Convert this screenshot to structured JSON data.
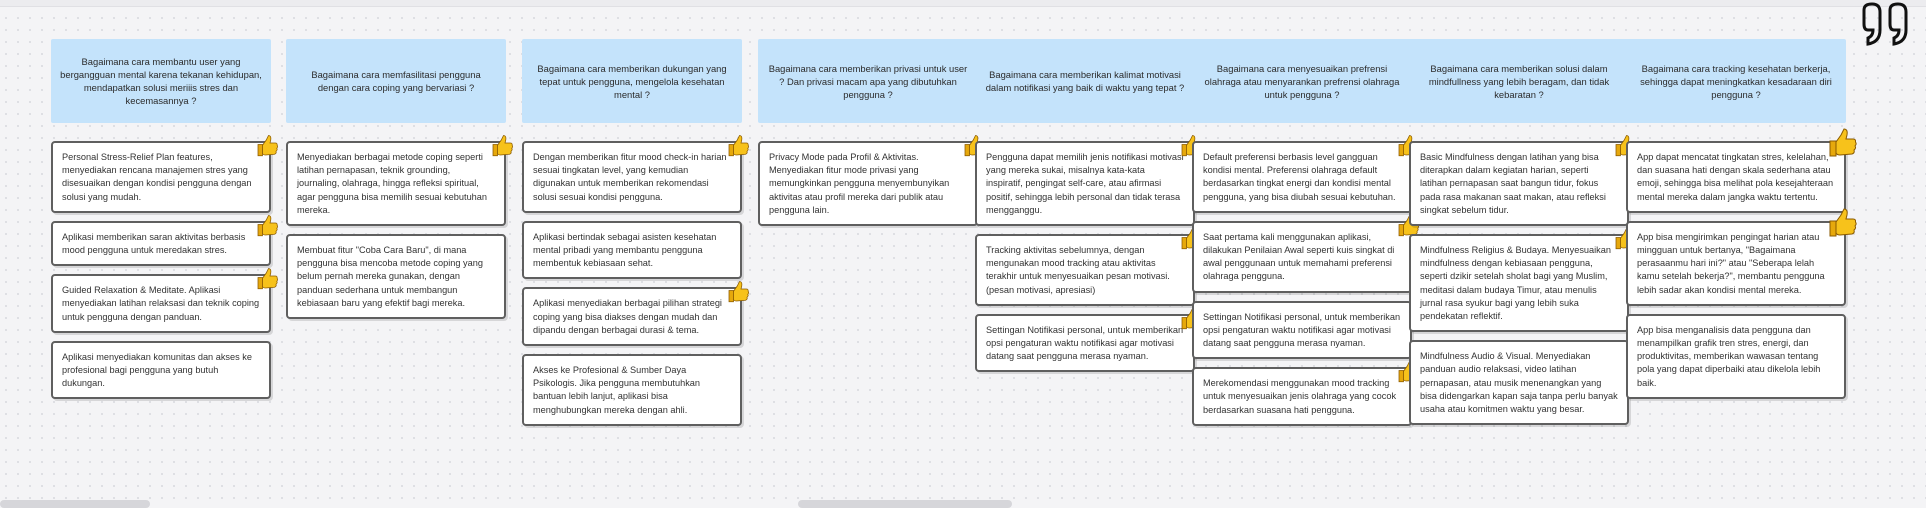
{
  "columns": [
    {
      "question": "Bagaimana cara membantu user yang bergangguan mental karena tekanan kehidupan, mendapatkan solusi meriiis stres dan kecemasannya ?",
      "cards": [
        {
          "text": "Personal Stress-Relief Plan features, menyediakan rencana manajemen stres yang disesuaikan dengan kondisi pengguna dengan solusi yang mudah.",
          "vote": true
        },
        {
          "text": "Aplikasi memberikan saran aktivitas berbasis mood pengguna untuk meredakan stres.",
          "vote": true
        },
        {
          "text": "Guided Relaxation & Meditate. Aplikasi menyediakan latihan relaksasi dan teknik coping untuk pengguna dengan panduan.",
          "vote": true
        },
        {
          "text": "Aplikasi menyediakan komunitas dan akses ke profesional bagi pengguna yang butuh dukungan.",
          "vote": false
        }
      ]
    },
    {
      "question": "Bagaimana cara memfasilitasi pengguna dengan cara coping yang bervariasi ?",
      "cards": [
        {
          "text": "Menyediakan berbagai metode coping seperti latihan pernapasan, teknik grounding, journaling, olahraga, hingga refleksi spiritual, agar pengguna bisa memilih sesuai kebutuhan mereka.",
          "vote": true
        },
        {
          "text": "Membuat fitur \"Coba Cara Baru\", di mana pengguna bisa mencoba metode coping yang belum pernah mereka gunakan, dengan panduan sederhana untuk membangun kebiasaan baru yang efektif bagi mereka.",
          "vote": false
        }
      ]
    },
    {
      "question": "Bagaimana cara memberikan dukungan yang tepat untuk pengguna, mengelola kesehatan mental ?",
      "cards": [
        {
          "text": "Dengan memberikan fitur mood check-in harian sesuai tingkatan level, yang kemudian digunakan untuk memberikan rekomendasi solusi sesuai kondisi pengguna.",
          "vote": true
        },
        {
          "text": "Aplikasi bertindak sebagai asisten kesehatan mental pribadi yang membantu pengguna membentuk kebiasaan sehat.",
          "vote": false
        },
        {
          "text": "Aplikasi menyediakan berbagai pilihan strategi coping yang bisa diakses dengan mudah dan dipandu dengan berbagai durasi & tema.",
          "vote": true
        },
        {
          "text": "Akses ke Profesional & Sumber Daya Psikologis. Jika pengguna membutuhkan bantuan lebih lanjut, aplikasi bisa menghubungkan mereka dengan ahli.",
          "vote": false
        }
      ]
    },
    {
      "question": "Bagaimana cara memberikan privasi untuk user ? Dan privasi macam apa yang dibutuhkan pengguna ?",
      "cards": [
        {
          "text": "Privacy Mode pada Profil & Aktivitas. Menyediakan fitur mode privasi yang memungkinkan pengguna menyembunyikan aktivitas atau profil mereka dari publik atau pengguna lain.",
          "vote": true
        }
      ]
    },
    {
      "question": "Bagaimana cara memberikan kalimat motivasi dalam notifikasi yang baik di waktu yang tepat ?",
      "cards": [
        {
          "text": "Pengguna dapat memilih jenis notifikasi motivasi yang mereka sukai, misalnya kata-kata inspiratif, pengingat self-care, atau afirmasi positif, sehingga lebih personal dan tidak terasa mengganggu.",
          "vote": true
        },
        {
          "text": "Tracking aktivitas sebelumnya, dengan mengunakan mood tracking atau aktivitas terakhir untuk menyesuaikan pesan motivasi. (pesan motivasi, apresiasi)",
          "vote": true
        },
        {
          "text": "Settingan Notifikasi personal, untuk memberikan opsi pengaturan waktu notifikasi agar motivasi datang saat pengguna merasa nyaman.",
          "vote": true
        }
      ]
    },
    {
      "question": "Bagaimana cara menyesuaikan prefrensi olahraga atau menyarankan prefrensi olahraga untuk pengguna ?",
      "cards": [
        {
          "text": "Default preferensi berbasis level gangguan kondisi mental. Preferensi olahraga default berdasarkan tingkat energi dan kondisi mental pengguna, yang bisa diubah sesuai kebutuhan.",
          "vote": true
        },
        {
          "text": "Saat pertama kali menggunakan aplikasi, dilakukan Penilaian Awal seperti kuis singkat di awal penggunaan untuk memahami preferensi olahraga pengguna.",
          "vote": true
        },
        {
          "text": "Settingan Notifikasi personal, untuk memberikan opsi pengaturan waktu notifikasi agar motivasi datang saat pengguna merasa nyaman.",
          "vote": false
        },
        {
          "text": "Merekomendasi menggunakan mood tracking untuk menyesuaikan jenis olahraga yang cocok berdasarkan suasana hati pengguna.",
          "vote": true
        }
      ]
    },
    {
      "question": "Bagaimana cara memberikan solusi dalam mindfullness yang lebih beragam, dan tidak kebaratan ?",
      "cards": [
        {
          "text": "Basic Mindfulness dengan latihan yang bisa diterapkan dalam kegiatan harian, seperti latihan pernapasan saat bangun tidur, fokus pada rasa makanan saat makan, atau refleksi singkat sebelum tidur.",
          "vote": true
        },
        {
          "text": "Mindfulness Religius & Budaya. Menyesuaikan mindfulness dengan kebiasaan pengguna, seperti dzikir setelah sholat bagi yang Muslim, meditasi dalam budaya Timur, atau menulis jurnal rasa syukur bagi yang lebih suka pendekatan reflektif.",
          "vote": true
        },
        {
          "text": "Mindfulness Audio & Visual. Menyediakan panduan audio relaksasi, video latihan pernapasan, atau musik menenangkan yang bisa didengarkan kapan saja tanpa perlu banyak usaha atau komitmen waktu yang besar.",
          "vote": false
        }
      ]
    },
    {
      "question": "Bagaimana cara tracking kesehatan berkerja, sehingga dapat meningkatkan kesadaraan diri pengguna ?",
      "cards": [
        {
          "text": "App dapat mencatat tingkatan stres, kelelahan, dan suasana hati dengan skala sederhana atau emoji, sehingga bisa melihat pola kesejahteraan mental mereka dalam jangka waktu tertentu.",
          "vote": true
        },
        {
          "text": "App bisa mengirimkan pengingat harian atau mingguan untuk bertanya, \"Bagaimana perasaanmu hari ini?\" atau \"Seberapa lelah kamu setelah bekerja?\", membantu pengguna lebih sadar akan kondisi mental mereka.",
          "vote": true
        },
        {
          "text": "App bisa menganalisis data pengguna dan menampilkan grafik tren stres, energi, dan produktivitas, memberikan wawasan tentang pola yang dapat diperbaiki atau dikelola lebih baik.",
          "vote": false
        }
      ]
    }
  ],
  "colors": {
    "header_bg": "#c4e3fb",
    "card_border": "#5f5f5f",
    "thumb": "#f7c21b"
  },
  "icons": {
    "vote": "thumbs-up-icon",
    "decor": "quote-mark-icon"
  }
}
